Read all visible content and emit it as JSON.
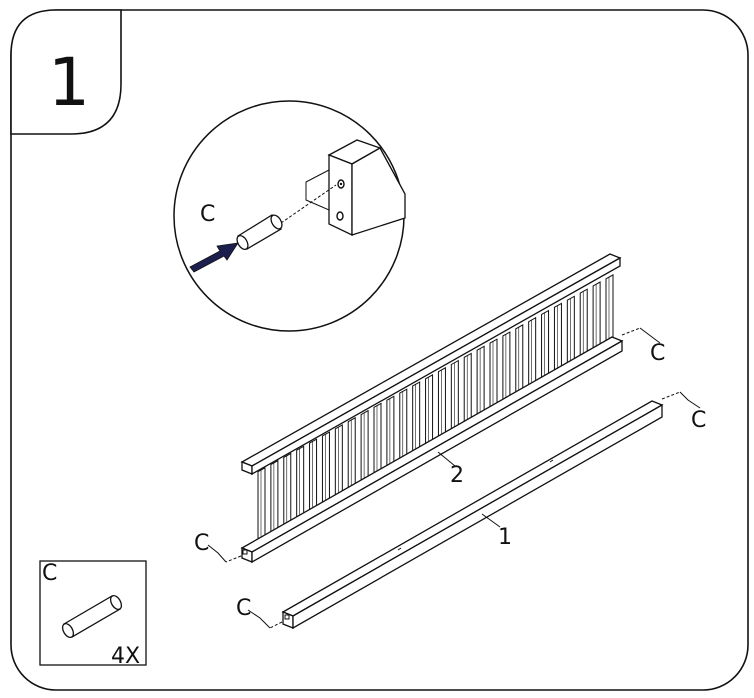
{
  "step": {
    "number": "1"
  },
  "detail": {
    "part_label": "C"
  },
  "callouts": {
    "rail_top_right": "C",
    "rail_bottom_right": "C",
    "rail_top_left": "C",
    "rail_bottom_left": "C",
    "part_2": "2",
    "part_1": "1"
  },
  "parts_box": {
    "label": "C",
    "quantity": "4X"
  },
  "colors": {
    "line": "#111111",
    "arrow": "#1c1f4d",
    "background": "#ffffff"
  },
  "icons": {
    "arrow": "insert-arrow-icon",
    "dowel": "dowel-pin-icon"
  }
}
